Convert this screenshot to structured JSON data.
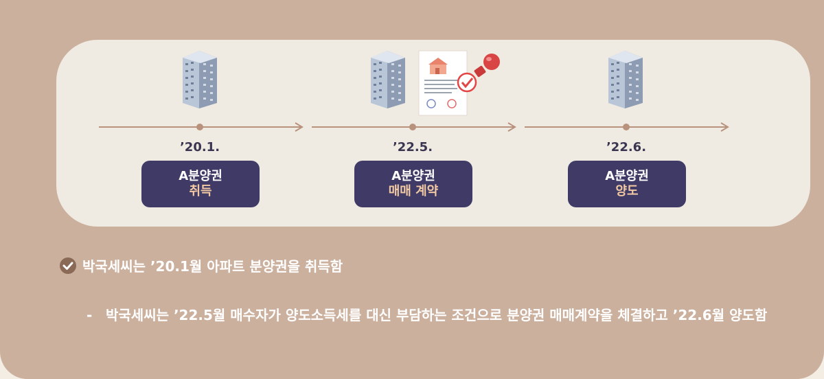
{
  "timeline": {
    "stages": [
      {
        "date": "’20.1.",
        "title": "A분양권",
        "subtitle": "취득"
      },
      {
        "date": "’22.5.",
        "title": "A분양권",
        "subtitle": "매매 계약"
      },
      {
        "date": "’22.6.",
        "title": "A분양권",
        "subtitle": "양도"
      }
    ]
  },
  "notes": {
    "main": "박국세씨는 ’20.1월 아파트 분양권을 취득함",
    "dash": "-",
    "detail": "박국세씨는 ’22.5월 매수자가 양도소득세를 대신 부담하는 조건으로 분양권 매매계약을 체결하고 ’22.6월 양도함"
  },
  "colors": {
    "background": "#ccb09e",
    "card": "#f0ebe2",
    "stage_box": "#3f3b66",
    "stage_subtitle": "#f3c9a3",
    "timeline_line": "#b8927d",
    "check_icon": "#8a6a57"
  },
  "icons": [
    "apartment-building-icon",
    "contract-stamp-icon",
    "check-circle-icon"
  ]
}
